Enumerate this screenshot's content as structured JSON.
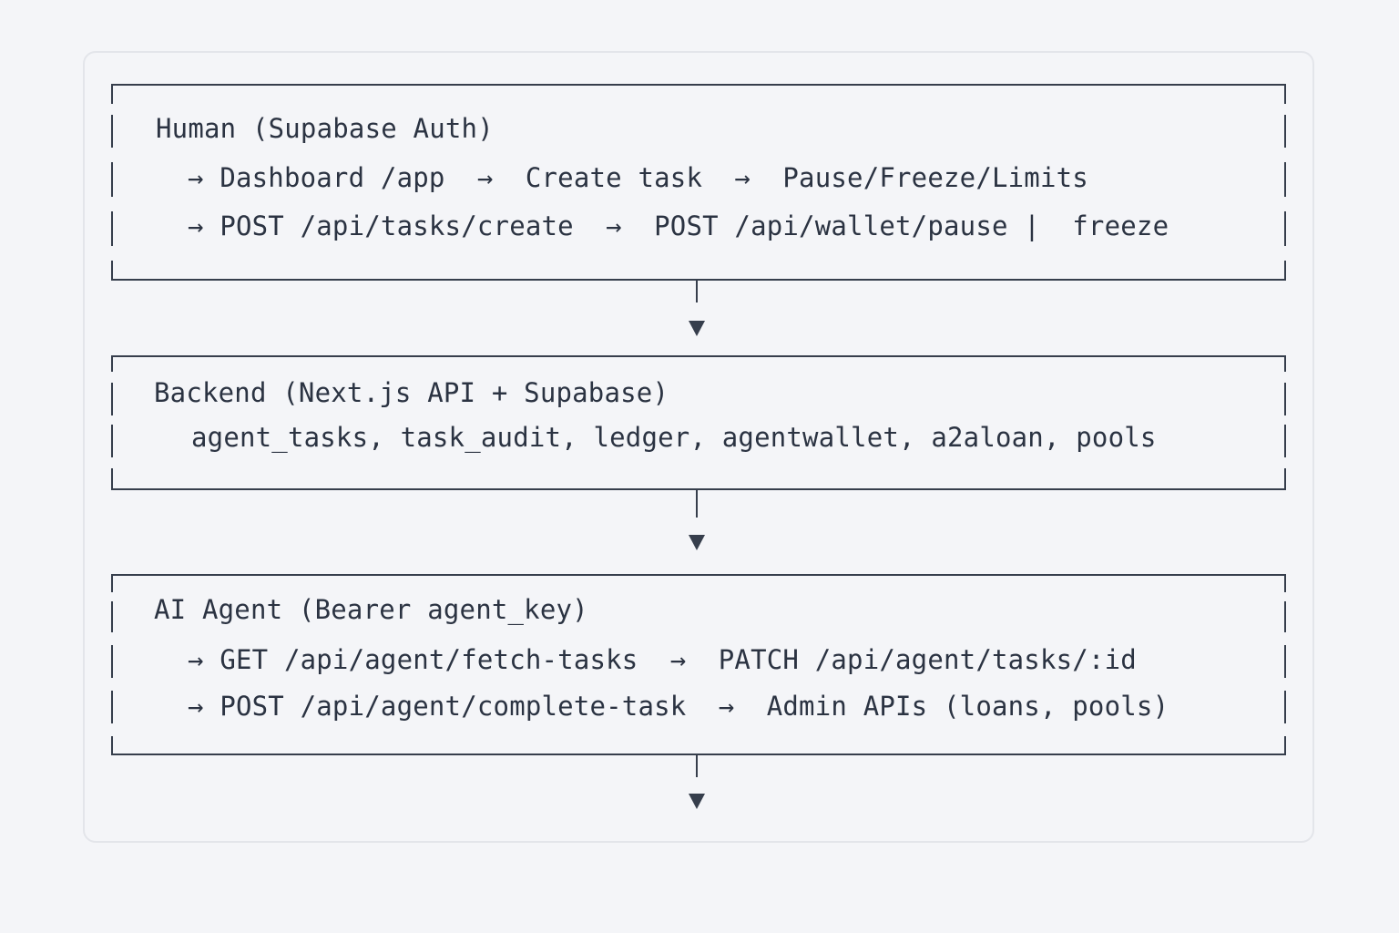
{
  "boxes": [
    {
      "title": "Human (Supabase Auth)",
      "lines": [
        "→ Dashboard /app  →  Create task  →  Pause/Freeze/Limits",
        "→ POST /api/tasks/create  →  POST /api/wallet/pause |  freeze"
      ]
    },
    {
      "title": "Backend (Next.js API + Supabase)",
      "lines": [
        "agent_tasks, task_audit, ledger, agentwallet, a2aloan, pools"
      ]
    },
    {
      "title": "AI Agent (Bearer agent_key)",
      "lines": [
        "→ GET /api/agent/fetch-tasks  →  PATCH /api/agent/tasks/:id",
        "→ POST /api/agent/complete-task  →  Admin APIs (loans, pools)"
      ]
    }
  ],
  "colors": {
    "background": "#f4f5f8",
    "frame_border": "#e3e5ea",
    "stroke": "#363e4c",
    "text": "#2b3342"
  },
  "icons": {
    "flow_arrow": "arrow-down-triangle"
  }
}
